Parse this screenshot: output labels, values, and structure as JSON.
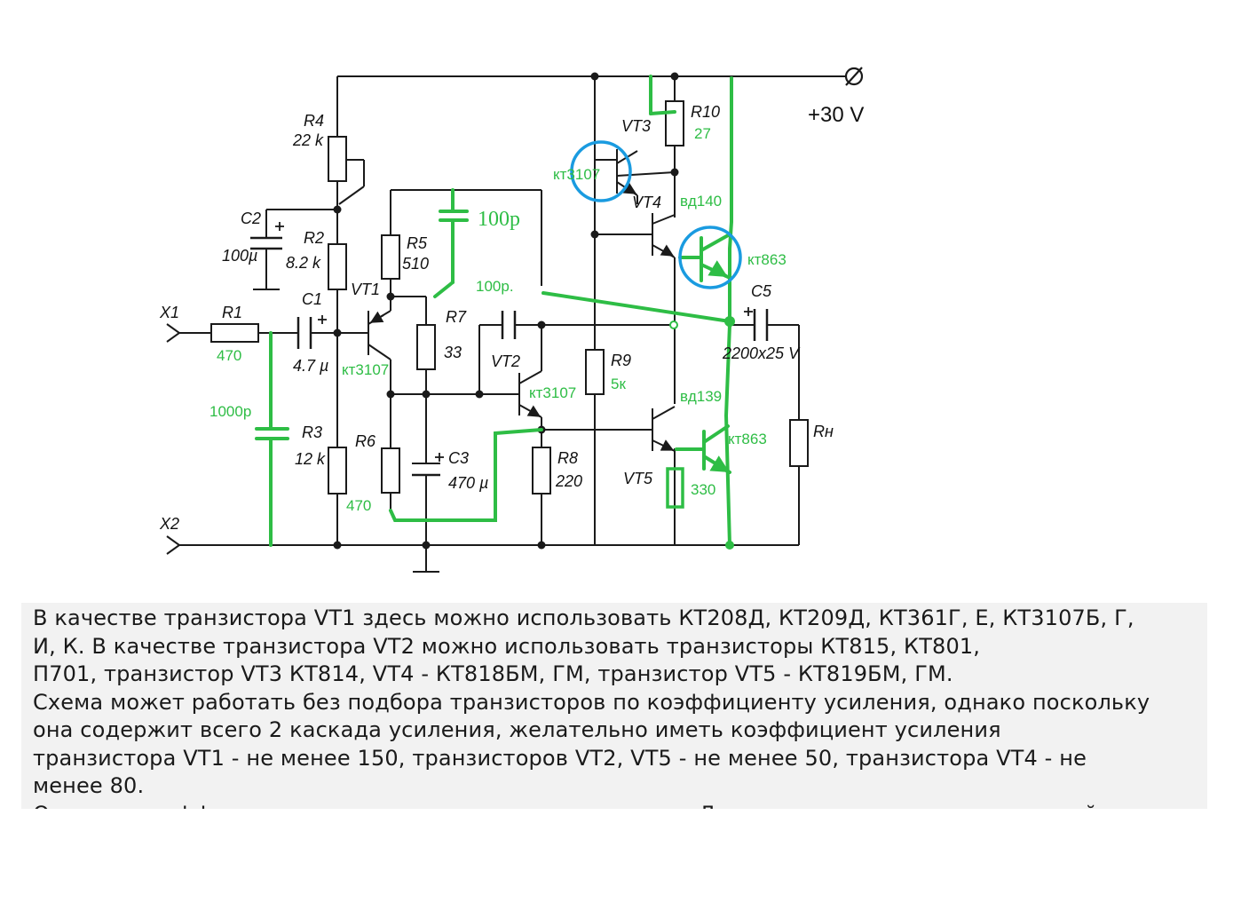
{
  "schematic": {
    "supply_label": "+30 V",
    "terminals": {
      "in_top": "X1",
      "in_bottom": "X2"
    },
    "components": {
      "R1": {
        "label": "R1",
        "annotation": "470"
      },
      "C1": {
        "label": "C1",
        "value": "4.7 µ"
      },
      "R4": {
        "label": "R4",
        "value": "22 k"
      },
      "C2": {
        "label": "C2",
        "value": "100µ"
      },
      "R2": {
        "label": "R2",
        "value": "8.2 k"
      },
      "R3": {
        "label": "R3",
        "value": "12 k"
      },
      "R5": {
        "label": "R5",
        "value": "510"
      },
      "R6": {
        "label": "R6",
        "annotation": "470"
      },
      "R7": {
        "label": "R7",
        "value": "33"
      },
      "C3": {
        "label": "C3",
        "value": "470 µ"
      },
      "R8": {
        "label": "R8",
        "value": "220"
      },
      "R9": {
        "label": "R9",
        "annotation": "5к"
      },
      "R10": {
        "label": "R10",
        "annotation": "27"
      },
      "C5": {
        "label": "C5",
        "value": "2200x25 V"
      },
      "RH": {
        "label": "Rн"
      },
      "VT1": {
        "label": "VT1",
        "annotation": "кт3107"
      },
      "VT2": {
        "label": "VT2",
        "annotation": "кт3107"
      },
      "VT3": {
        "label": "VT3",
        "annotation": "кт3107"
      },
      "VT4": {
        "label": "VT4",
        "annotation": "вд140"
      },
      "VT5": {
        "label": "VT5",
        "annotation": "вд139"
      }
    },
    "annotations": {
      "cap_100p_top": "100р",
      "cap_100p_mid": "100р.",
      "cap_1000p": "1000р",
      "kt863_upper": "кт863",
      "kt863_lower": "кт863",
      "res_330": "330"
    },
    "colors": {
      "wire": "#1a1a1a",
      "annotation": "#2ebd45",
      "circle": "#1a9be0"
    }
  },
  "description": {
    "lines": [
      "В качестве транзистора VT1 здесь можно использовать КТ208Д, КТ209Д, КТ361Г, Е, КТ3107Б, Г,",
      "И, К. В качестве транзистора VT2 можно использовать транзисторы КТ815, КТ801,",
      "П701, транзистор VT3 КТ814, VT4 - КТ818БМ, ГМ, транзистор VT5 - КТ819БМ, ГМ.",
      "Схема может работать без подбора транзисторов по коэффициенту усиления, однако поскольку",
      "она содержит всего 2 каскада усиления, желательно иметь коэффициент усиления",
      "транзистора VT1 - не менее 150, транзисторов VT2, VT5 - не менее 50, транзистора VT4 - не",
      "менее 80.",
      "Оценить коэффициент усиления транзистора не сложно. Достаточно включить испытуемый"
    ]
  }
}
